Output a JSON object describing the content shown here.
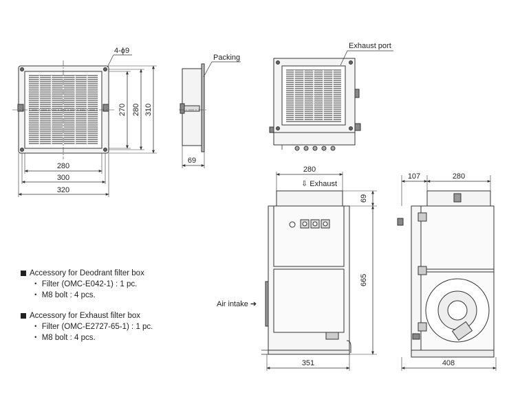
{
  "labels": {
    "hole": "4-ϕ9",
    "packing": "Packing",
    "exhaust_port": "Exhaust port",
    "exhaust": "⇩ Exhaust",
    "air_intake": "Air intake ➔"
  },
  "dimensions": {
    "front_w1": "280",
    "front_w2": "300",
    "front_w3": "320",
    "front_h1": "270",
    "front_h2": "280",
    "front_h3": "310",
    "side_depth": "69",
    "top_w": "280",
    "top_h": "69",
    "main_h": "665",
    "main_w": "351",
    "right_offset": "107",
    "right_top_w": "280",
    "right_w": "408"
  },
  "accessories": [
    {
      "title": "Accessory for Deodrant filter box",
      "items": [
        "・ Filter (OMC-E042-1) : 1 pc.",
        "・ M8 bolt : 4 pcs."
      ]
    },
    {
      "title": "Accessory for Exhaust filter box",
      "items": [
        "・ Filter (OMC-E2727-65-1) : 1 pc.",
        "・ M8 bolt : 4 pcs."
      ]
    }
  ]
}
